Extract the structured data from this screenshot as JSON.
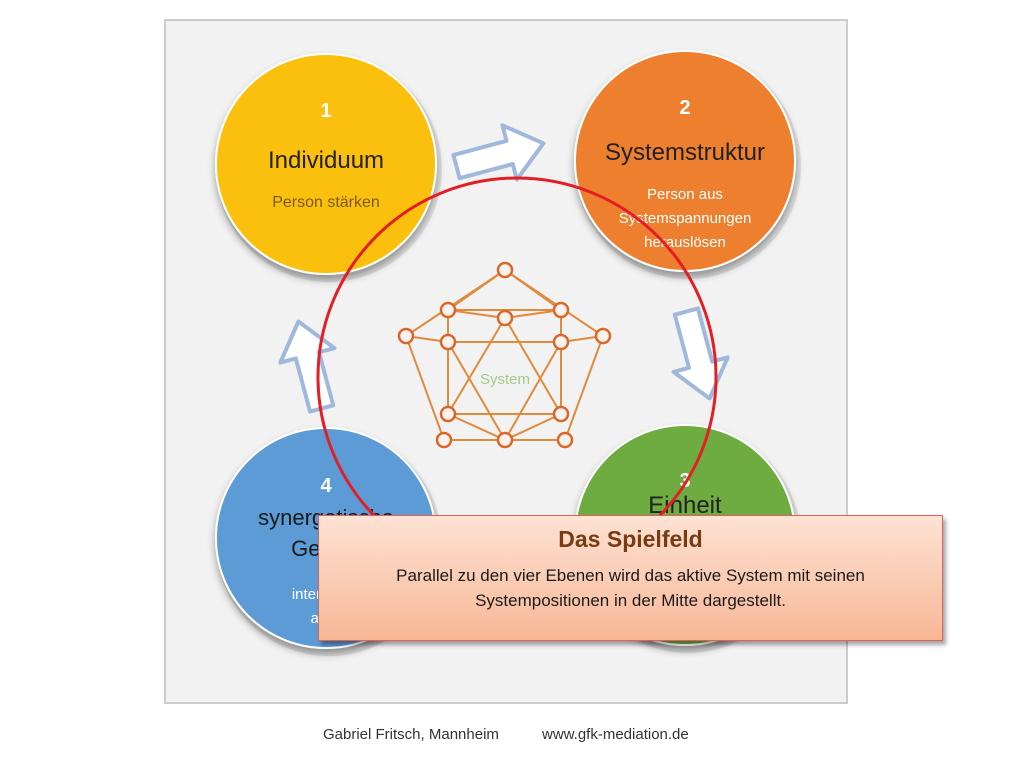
{
  "circles": [
    {
      "number": "1",
      "title": "Individuum",
      "subtitle": "Person stärken",
      "color": "#fbbf07"
    },
    {
      "number": "2",
      "title": "Systemstruktur",
      "subtitle": "Person aus Systemspannungen herauslösen",
      "subtitle_lines": [
        "Person aus",
        "Systemspannungen",
        "herauslösen"
      ],
      "color": "#ee7f2d"
    },
    {
      "number": "3",
      "title": "Einheit",
      "subtitle": "",
      "color": "#6eab40"
    },
    {
      "number": "4",
      "title": "synergetische Gestalt",
      "title_lines": [
        "synergetische",
        "Gestalt"
      ],
      "subtitle": "interaktive aktiv",
      "subtitle_lines": [
        "interaktive",
        "aktiv"
      ],
      "color": "#5b9bd5"
    }
  ],
  "center_label": "System",
  "callout": {
    "title": "Das Spielfeld",
    "body": "Parallel zu den vier Ebenen wird das aktive System mit seinen Systempositionen in der Mitte dargestellt."
  },
  "footer": {
    "author": "Gabriel Fritsch, Mannheim",
    "url": "www.gfk-mediation.de"
  },
  "colors": {
    "network": "#e08a3c",
    "network_node": "#d9672a",
    "highlight_ring": "#e31e24",
    "arrow_outline": "#9fb8dc",
    "frame": "#f2f2f2",
    "frame_border": "#cccccc"
  }
}
